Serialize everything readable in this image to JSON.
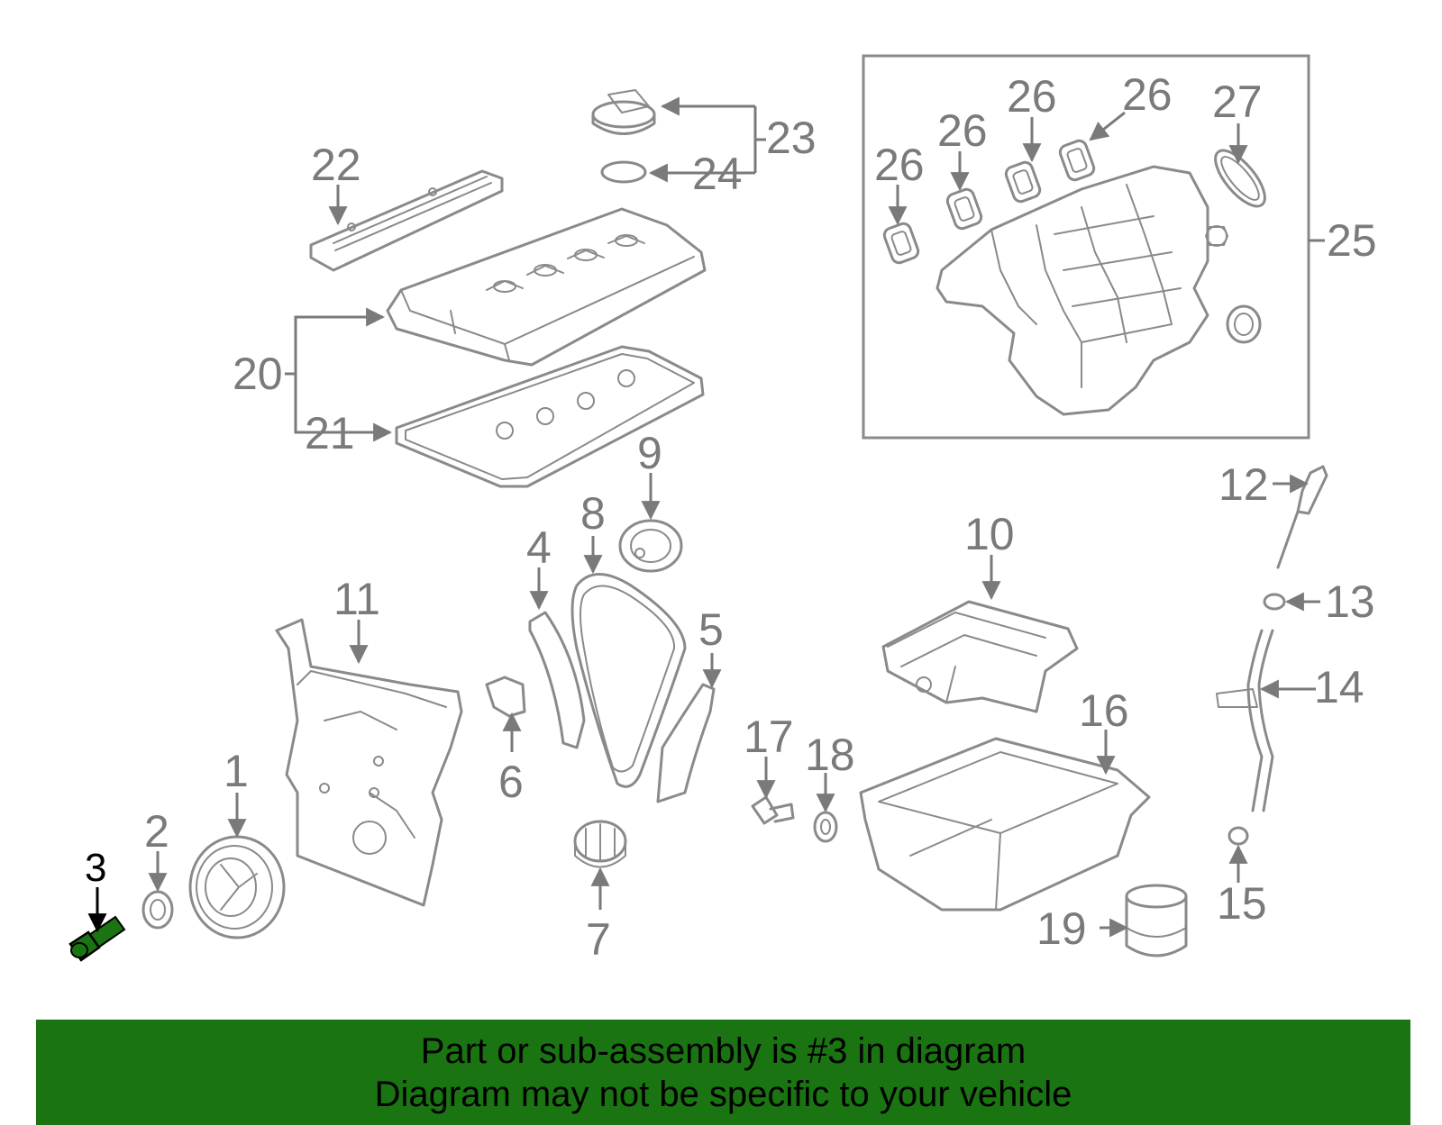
{
  "diagram": {
    "highlight_color": "#1b7412",
    "part_color": "#8a8a8a",
    "labels": {
      "p1": "1",
      "p2": "2",
      "p3": "3",
      "p4": "4",
      "p5": "5",
      "p6": "6",
      "p7": "7",
      "p8": "8",
      "p9": "9",
      "p10": "10",
      "p11": "11",
      "p12": "12",
      "p13": "13",
      "p14": "14",
      "p15": "15",
      "p16": "16",
      "p17": "17",
      "p18": "18",
      "p19": "19",
      "p20": "20",
      "p21": "21",
      "p22": "22",
      "p23": "23",
      "p24": "24",
      "p25": "25",
      "p26a": "26",
      "p26b": "26",
      "p26c": "26",
      "p26d": "26",
      "p27": "27"
    }
  },
  "banner": {
    "background": "#1b7412",
    "line1": "Part or sub-assembly is #3 in diagram",
    "line2": "Diagram may not be specific to your vehicle"
  }
}
